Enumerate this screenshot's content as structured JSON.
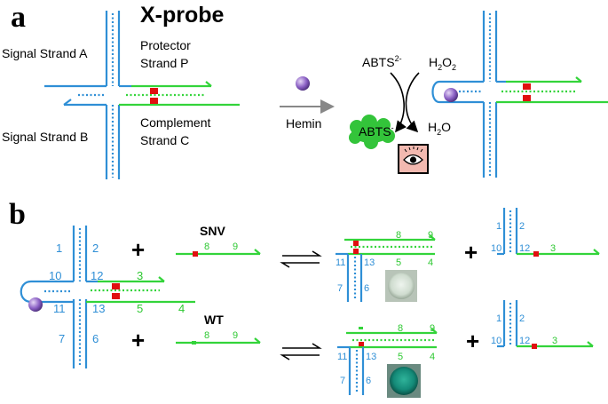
{
  "panel_a": {
    "letter": "a",
    "title": "X-probe",
    "signal_a": "Signal Strand A",
    "signal_b": "Signal Strand B",
    "protector_1": "Protector",
    "protector_2": "Strand P",
    "complement_1": "Complement",
    "complement_2": "Strand C",
    "hemin": "Hemin",
    "abts_reduced": "ABTS",
    "abts_reduced_sup": "2-",
    "h2o2": "H",
    "h2o2_sub": "2",
    "h2o2_tail": "O",
    "h2o2_sub2": "2",
    "h2o": "H",
    "h2o_sub": "2",
    "h2o_tail": "O",
    "abts_ox": "ABTS",
    "abts_ox_sup": "-"
  },
  "panel_b": {
    "letter": "b",
    "snv": "SNV",
    "wt": "WT",
    "plus": "+",
    "n1": "1",
    "n2": "2",
    "n3": "3",
    "n4": "4",
    "n5": "5",
    "n6": "6",
    "n7": "7",
    "n8": "8",
    "n9": "9",
    "n10": "10",
    "n11": "11",
    "n12": "12",
    "n13": "13"
  },
  "colors": {
    "blue_strand": "#2f8fd6",
    "green_strand": "#33d43a",
    "mismatch": "#e01010",
    "hemin": "#8a5fc4",
    "abts_cloud": "#33c43a",
    "eye_box": "#f2b9b0"
  },
  "icons": [
    "hemin-sphere-icon",
    "eye-icon",
    "abts-cloud-icon",
    "equilibrium-arrows-icon"
  ]
}
